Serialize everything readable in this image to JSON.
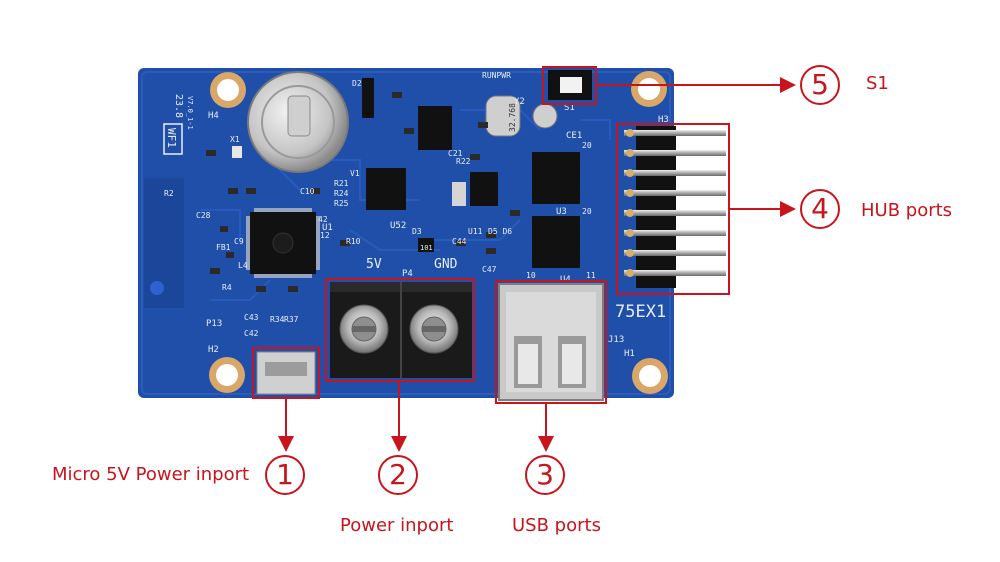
{
  "board": {
    "silkscreen": {
      "model": "75EX1",
      "wf_tag": "WF1",
      "version": "V7.0_1-1",
      "date": "23.8",
      "hub_header": "H3",
      "h4": "H4",
      "h1": "H1",
      "h2": "H2",
      "p13": "P13",
      "j13": "J13",
      "s1": "S1",
      "v5": "5V",
      "gnd": "GND",
      "p4": "P4",
      "u52": "U52",
      "u3": "U3",
      "u4": "U4",
      "u1": "U1",
      "ce1": "CE1",
      "y2": "Y2",
      "crystal": "32.768",
      "runpwr": "RUNPWR",
      "r10": "R10",
      "d3": "D3",
      "c47": "C47",
      "c44": "C44",
      "u11": "U11",
      "d5d6": "D5 D6",
      "n20a": "20",
      "n20b": "20",
      "n11": "11",
      "n10": "10",
      "chip101": "101",
      "v1": "V1",
      "x1": "X1",
      "d2": "D2",
      "c10": "C10",
      "r21": "R21",
      "r24": "R24",
      "r25": "R25",
      "r22": "R22",
      "c21": "C21",
      "r34": "R34",
      "r37": "R37",
      "c42": "C42",
      "c43": "C43",
      "fb1": "FB1",
      "c9": "C9",
      "l4": "L4",
      "r4": "R4",
      "r2": "R2",
      "c28": "C28",
      "n42": "42",
      "n12": "12"
    }
  },
  "callouts": [
    {
      "num": "1",
      "label": "Micro 5V Power inport"
    },
    {
      "num": "2",
      "label": "Power inport"
    },
    {
      "num": "3",
      "label": "USB ports"
    },
    {
      "num": "4",
      "label": "HUB ports"
    },
    {
      "num": "5",
      "label": "S1"
    }
  ],
  "colors": {
    "pcb": "#1f4fa8",
    "pcb_dark": "#163c86",
    "accent": "#c8141c",
    "silk": "#e8eef8"
  }
}
